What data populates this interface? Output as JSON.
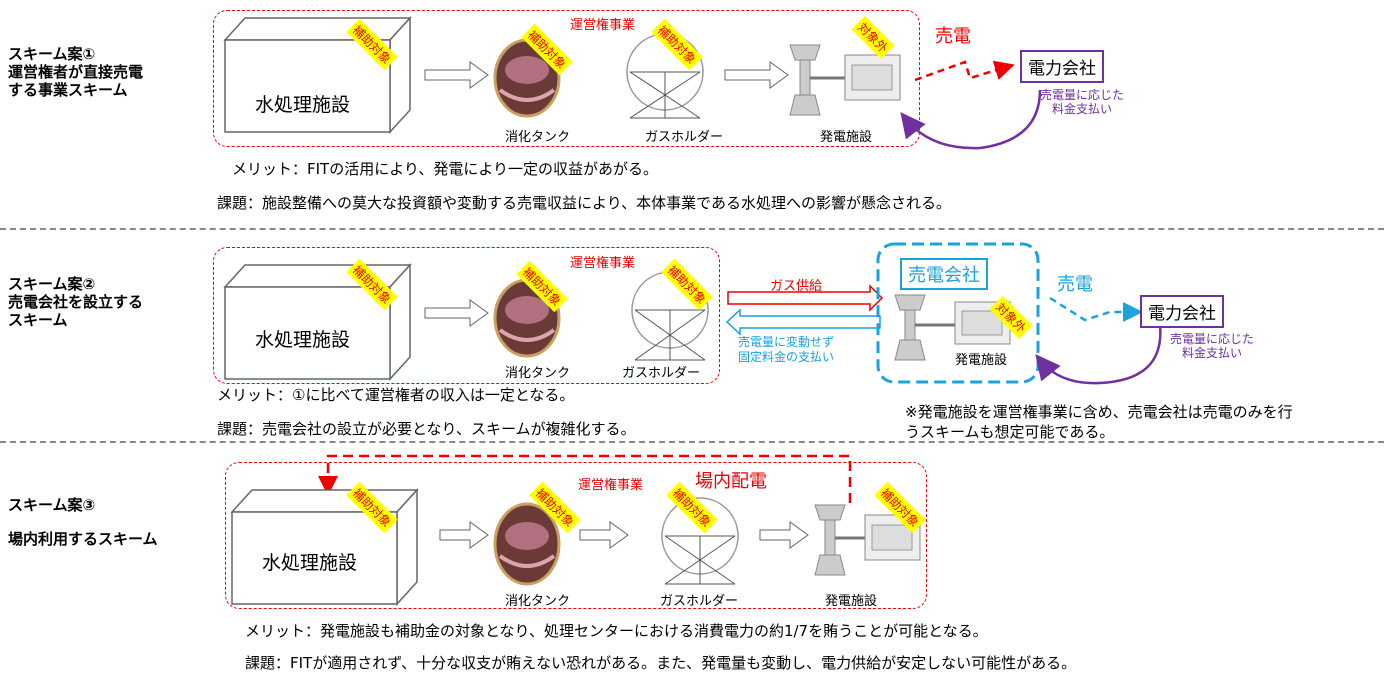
{
  "schemes": [
    {
      "title": "スキーム案①\n運営権者が直接売電\nする事業スキーム",
      "facility": "水処理施設",
      "concession_label": "運営権事業",
      "tags": [
        "補助対象",
        "補助対象",
        "補助対象",
        "対象外"
      ],
      "captions": [
        "消化タンク",
        "ガスホルダー",
        "発電施設"
      ],
      "sell_label": "売電",
      "company": "電力会社",
      "payment": "売電量に応じた\n料金支払い",
      "merit": "メリット：FITの活用により、発電により一定の収益があがる。",
      "issue": "課題：施設整備への莫大な投資額や変動する売電収益により、本体事業である水処理への影響が懸念される。"
    },
    {
      "title": "スキーム案②\n売電会社を設立する\nスキーム",
      "facility": "水処理施設",
      "concession_label": "運営権事業",
      "tags": [
        "補助対象",
        "補助対象",
        "補助対象",
        "対象外"
      ],
      "captions": [
        "消化タンク",
        "ガスホルダー",
        "発電施設"
      ],
      "gas_supply": "ガス供給",
      "fixed_payment": "売電量に変動せず\n固定料金の支払い",
      "power_seller": "売電会社",
      "sell_label": "売電",
      "company": "電力会社",
      "payment": "売電量に応じた\n料金支払い",
      "merit": "メリット：①に比べて運営権者の収入は一定となる。",
      "issue": "課題：売電会社の設立が必要となり、スキームが複雑化する。",
      "note": "※発電施設を運営権事業に含め、売電会社は売電のみを行うスキームも想定可能である。"
    },
    {
      "title": "スキーム案③\n場内利用するスキーム",
      "facility": "水処理施設",
      "concession_label": "運営権事業",
      "onsite_label": "場内配電",
      "tags": [
        "補助対象",
        "補助対象",
        "補助対象",
        "補助対象"
      ],
      "captions": [
        "消化タンク",
        "ガスホルダー",
        "発電施設"
      ],
      "merit": "メリット：発電施設も補助金の対象となり、処理センターにおける消費電力の約1/7を賄うことが可能となる。",
      "issue": "課題：FITが適用されず、十分な収支が賄えない恐れがある。また、発電量も変動し、電力供給が安定しない可能性がある。"
    }
  ],
  "colors": {
    "red": "#e00000",
    "blue": "#1aa3dc",
    "purple": "#7030a0",
    "tag_bg": "#ffff00"
  }
}
